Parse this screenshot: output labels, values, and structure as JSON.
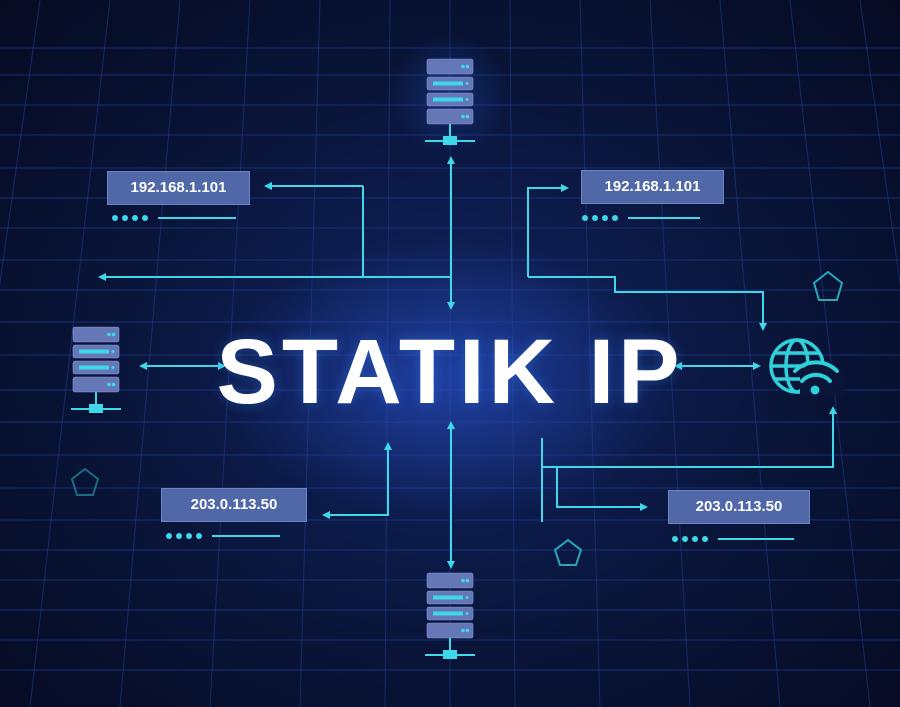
{
  "title": "STATIK IP",
  "colors": {
    "background": "#070d24",
    "accent": "#3ed8e8",
    "box_fill": "#5068a8",
    "server_fill": "#6677b8",
    "text": "#ffffff"
  },
  "ip_labels": [
    {
      "id": "top-left",
      "text": "192.168.1.101"
    },
    {
      "id": "top-right",
      "text": "192.168.1.101"
    },
    {
      "id": "bottom-left",
      "text": "203.0.113.50"
    },
    {
      "id": "bottom-right",
      "text": "203.0.113.50"
    }
  ],
  "nodes": [
    {
      "id": "server-top",
      "icon": "server-icon"
    },
    {
      "id": "server-left",
      "icon": "server-icon"
    },
    {
      "id": "server-bottom",
      "icon": "server-icon"
    },
    {
      "id": "globe-wifi",
      "icon": "globe-wifi-icon"
    }
  ],
  "decorations": [
    "pentagon-icon",
    "pentagon-icon",
    "pentagon-icon"
  ]
}
